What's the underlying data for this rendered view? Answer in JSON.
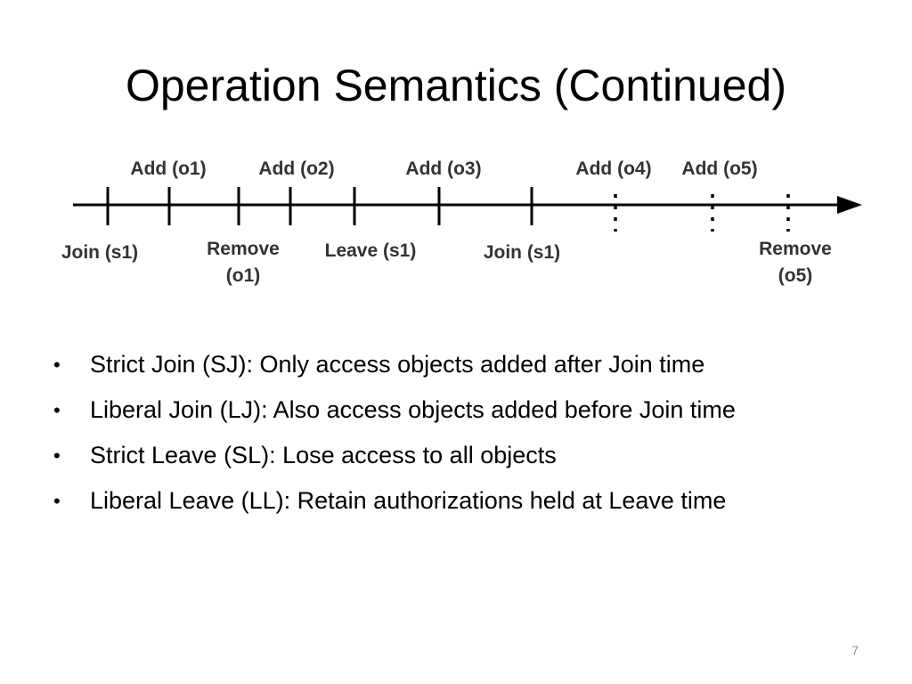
{
  "slide": {
    "title": "Operation Semantics (Continued)",
    "page_number": "7"
  },
  "timeline": {
    "above_labels": [
      "Add (o1)",
      "Add (o2)",
      "Add (o3)",
      "Add (o4)",
      "Add (o5)"
    ],
    "below_labels": [
      {
        "lines": [
          "Join (s1)"
        ]
      },
      {
        "lines": [
          "Remove",
          "(o1)"
        ]
      },
      {
        "lines": [
          "Leave (s1)"
        ]
      },
      {
        "lines": [
          "Join (s1)"
        ]
      },
      {
        "lines": [
          "Remove",
          "(o5)"
        ]
      }
    ],
    "colors": {
      "line": "#000000",
      "label": "#333333"
    }
  },
  "bullets": [
    "Strict Join (SJ): Only access objects added after Join time",
    "Liberal Join (LJ): Also access objects added before Join time",
    "Strict Leave (SL): Lose access to all objects",
    "Liberal Leave (LL): Retain authorizations held at Leave time"
  ],
  "bullet_glyph": "•"
}
